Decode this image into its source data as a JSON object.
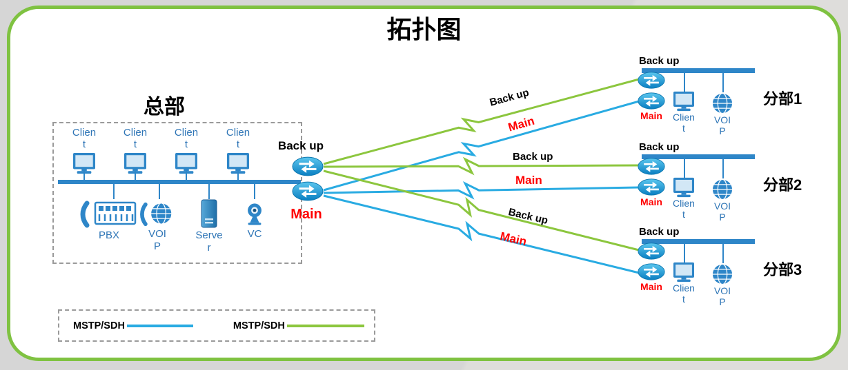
{
  "title": "拓扑图",
  "colors": {
    "border_green": "#7fc241",
    "backup_line_green": "#8cc63e",
    "main_line_blue": "#29abe2",
    "bus_blue": "#2e86c8",
    "main_text_red": "#ff0000",
    "device_label_blue": "#2e75b6"
  },
  "headquarters": {
    "label": "总部",
    "clients": [
      {
        "label": "Clien\nt"
      },
      {
        "label": "Clien\nt"
      },
      {
        "label": "Clien\nt"
      },
      {
        "label": "Clien\nt"
      }
    ],
    "devices": [
      {
        "label": "PBX"
      },
      {
        "label": "VOI\nP"
      },
      {
        "label": "Serve\nr"
      },
      {
        "label": "VC"
      }
    ]
  },
  "core": {
    "backup_label": "Back up",
    "main_label": "Main"
  },
  "branches": [
    {
      "name": "分部1",
      "backup_label": "Back up",
      "main_label": "Main",
      "client_label": "Clien\nt",
      "voip_label": "VOI\nP",
      "wan_backup_label": "Back up",
      "wan_main_label": "Main"
    },
    {
      "name": "分部2",
      "backup_label": "Back up",
      "main_label": "Main",
      "client_label": "Clien\nt",
      "voip_label": "VOI\nP",
      "wan_backup_label": "Back up",
      "wan_main_label": "Main"
    },
    {
      "name": "分部3",
      "backup_label": "Back up",
      "main_label": "Main",
      "client_label": "Clien\nt",
      "voip_label": "VOI\nP",
      "wan_backup_label": "Back up",
      "wan_main_label": "Main"
    }
  ],
  "legend": [
    {
      "label": "MSTP/SDH",
      "color": "#29abe2"
    },
    {
      "label": "MSTP/SDH",
      "color": "#8cc63e"
    }
  ]
}
